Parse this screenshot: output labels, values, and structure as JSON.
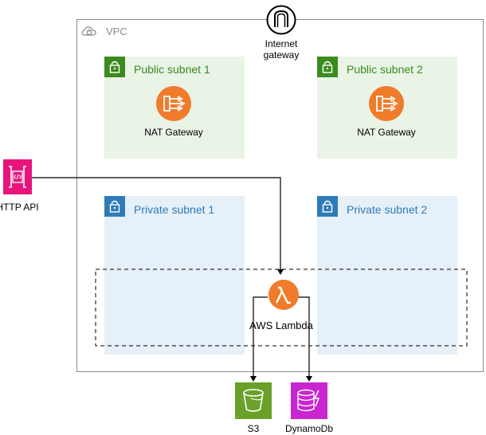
{
  "vpc": {
    "label": "VPC"
  },
  "internet_gateway": {
    "label_line1": "Internet",
    "label_line2": "gateway"
  },
  "subnets": {
    "public1": {
      "label": "Public subnet 1"
    },
    "public2": {
      "label": "Public subnet 2"
    },
    "private1": {
      "label": "Private subnet 1"
    },
    "private2": {
      "label": "Private subnet 2"
    }
  },
  "nat1": {
    "label": "NAT Gateway"
  },
  "nat2": {
    "label": "NAT Gateway"
  },
  "http_api": {
    "label": "HTTP API"
  },
  "lambda": {
    "label": "AWS Lambda"
  },
  "s3": {
    "label": "S3"
  },
  "dynamodb": {
    "label": "DynamoDb"
  },
  "colors": {
    "public_accent": "#3b8b1e",
    "private_accent": "#2e7bb8",
    "nat_orange": "#ef7b2b",
    "lambda_orange": "#ef7b2b",
    "api_pink": "#e7157b",
    "s3_green": "#6aa12a",
    "dynamodb_magenta": "#c925d1"
  }
}
